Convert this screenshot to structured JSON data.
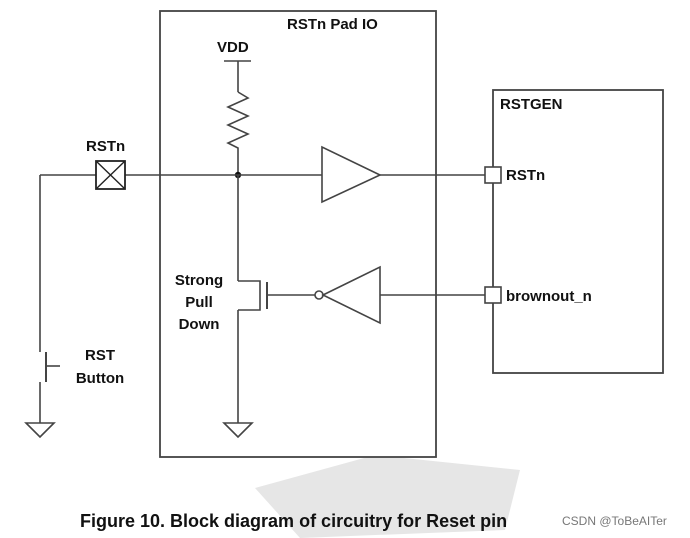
{
  "diagram": {
    "pad_io_block": {
      "title": "RSTn Pad IO"
    },
    "rstgen_block": {
      "title": "RSTGEN",
      "ports": [
        {
          "name": "RSTn"
        },
        {
          "name": "brownout_n"
        }
      ]
    },
    "supply_label": "VDD",
    "pin_label": "RSTn",
    "pull_down_label": [
      "Strong",
      "Pull",
      "Down"
    ],
    "button_label": [
      "RST",
      "Button"
    ],
    "components": [
      {
        "type": "pin-pad",
        "label": "RSTn"
      },
      {
        "type": "resistor",
        "connects": [
          "VDD",
          "RSTn net"
        ]
      },
      {
        "type": "buffer",
        "from": "RSTn net",
        "to": "RSTGEN.RSTn"
      },
      {
        "type": "inverter",
        "from": "RSTGEN.brownout_n",
        "to": "pull-down gate"
      },
      {
        "type": "nmos",
        "label": "Strong Pull Down"
      },
      {
        "type": "push-button",
        "label": "RST Button"
      },
      {
        "type": "ground",
        "count": 2
      }
    ]
  },
  "caption": "Figure 10. Block diagram of circuitry for Reset pin",
  "watermark": "CSDN @ToBeAITer"
}
